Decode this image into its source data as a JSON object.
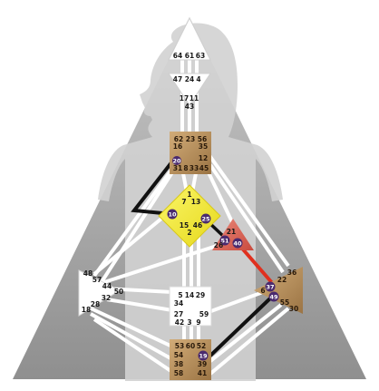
{
  "centers": {
    "head": {
      "gates": [
        "64",
        "61",
        "63"
      ],
      "color": "#ffffff"
    },
    "ajna": {
      "gates": [
        "47",
        "24",
        "4"
      ],
      "color": "#ffffff"
    },
    "throat": {
      "gates": [
        "62",
        "23",
        "56",
        "16",
        "35",
        "12",
        "20",
        "31",
        "8",
        "33",
        "45"
      ],
      "color": "#b38c5a"
    },
    "g": {
      "gates": [
        "1",
        "7",
        "13",
        "10",
        "25",
        "15",
        "46",
        "2"
      ],
      "color": "#f4ee2a"
    },
    "heart": {
      "gates": [
        "21",
        "51",
        "26",
        "40"
      ],
      "color": "#d65f58"
    },
    "spleen": {
      "gates": [
        "48",
        "57",
        "44",
        "50",
        "32",
        "28",
        "18"
      ],
      "color": "#ffffff"
    },
    "sacral": {
      "gates": [
        "5",
        "14",
        "29",
        "34",
        "27",
        "59",
        "42",
        "3",
        "9"
      ],
      "color": "#ffffff"
    },
    "solar_plexus": {
      "gates": [
        "36",
        "22",
        "37",
        "6",
        "49",
        "55",
        "30"
      ],
      "color": "#b38c5a"
    },
    "root": {
      "gates": [
        "53",
        "60",
        "52",
        "54",
        "19",
        "38",
        "39",
        "58",
        "41"
      ],
      "color": "#b38c5a"
    }
  },
  "channel_gates": [
    "17",
    "11",
    "43"
  ],
  "active_gates": [
    "20",
    "10",
    "25",
    "51",
    "40",
    "37",
    "49",
    "19"
  ],
  "colors": {
    "background_triangle": "#a8a8a8",
    "silhouette": "#cfcfcf",
    "channel_inactive": "#ffffff",
    "channel_black": "#111111",
    "channel_red": "#e0301e",
    "marker": "#4a2a6e"
  }
}
